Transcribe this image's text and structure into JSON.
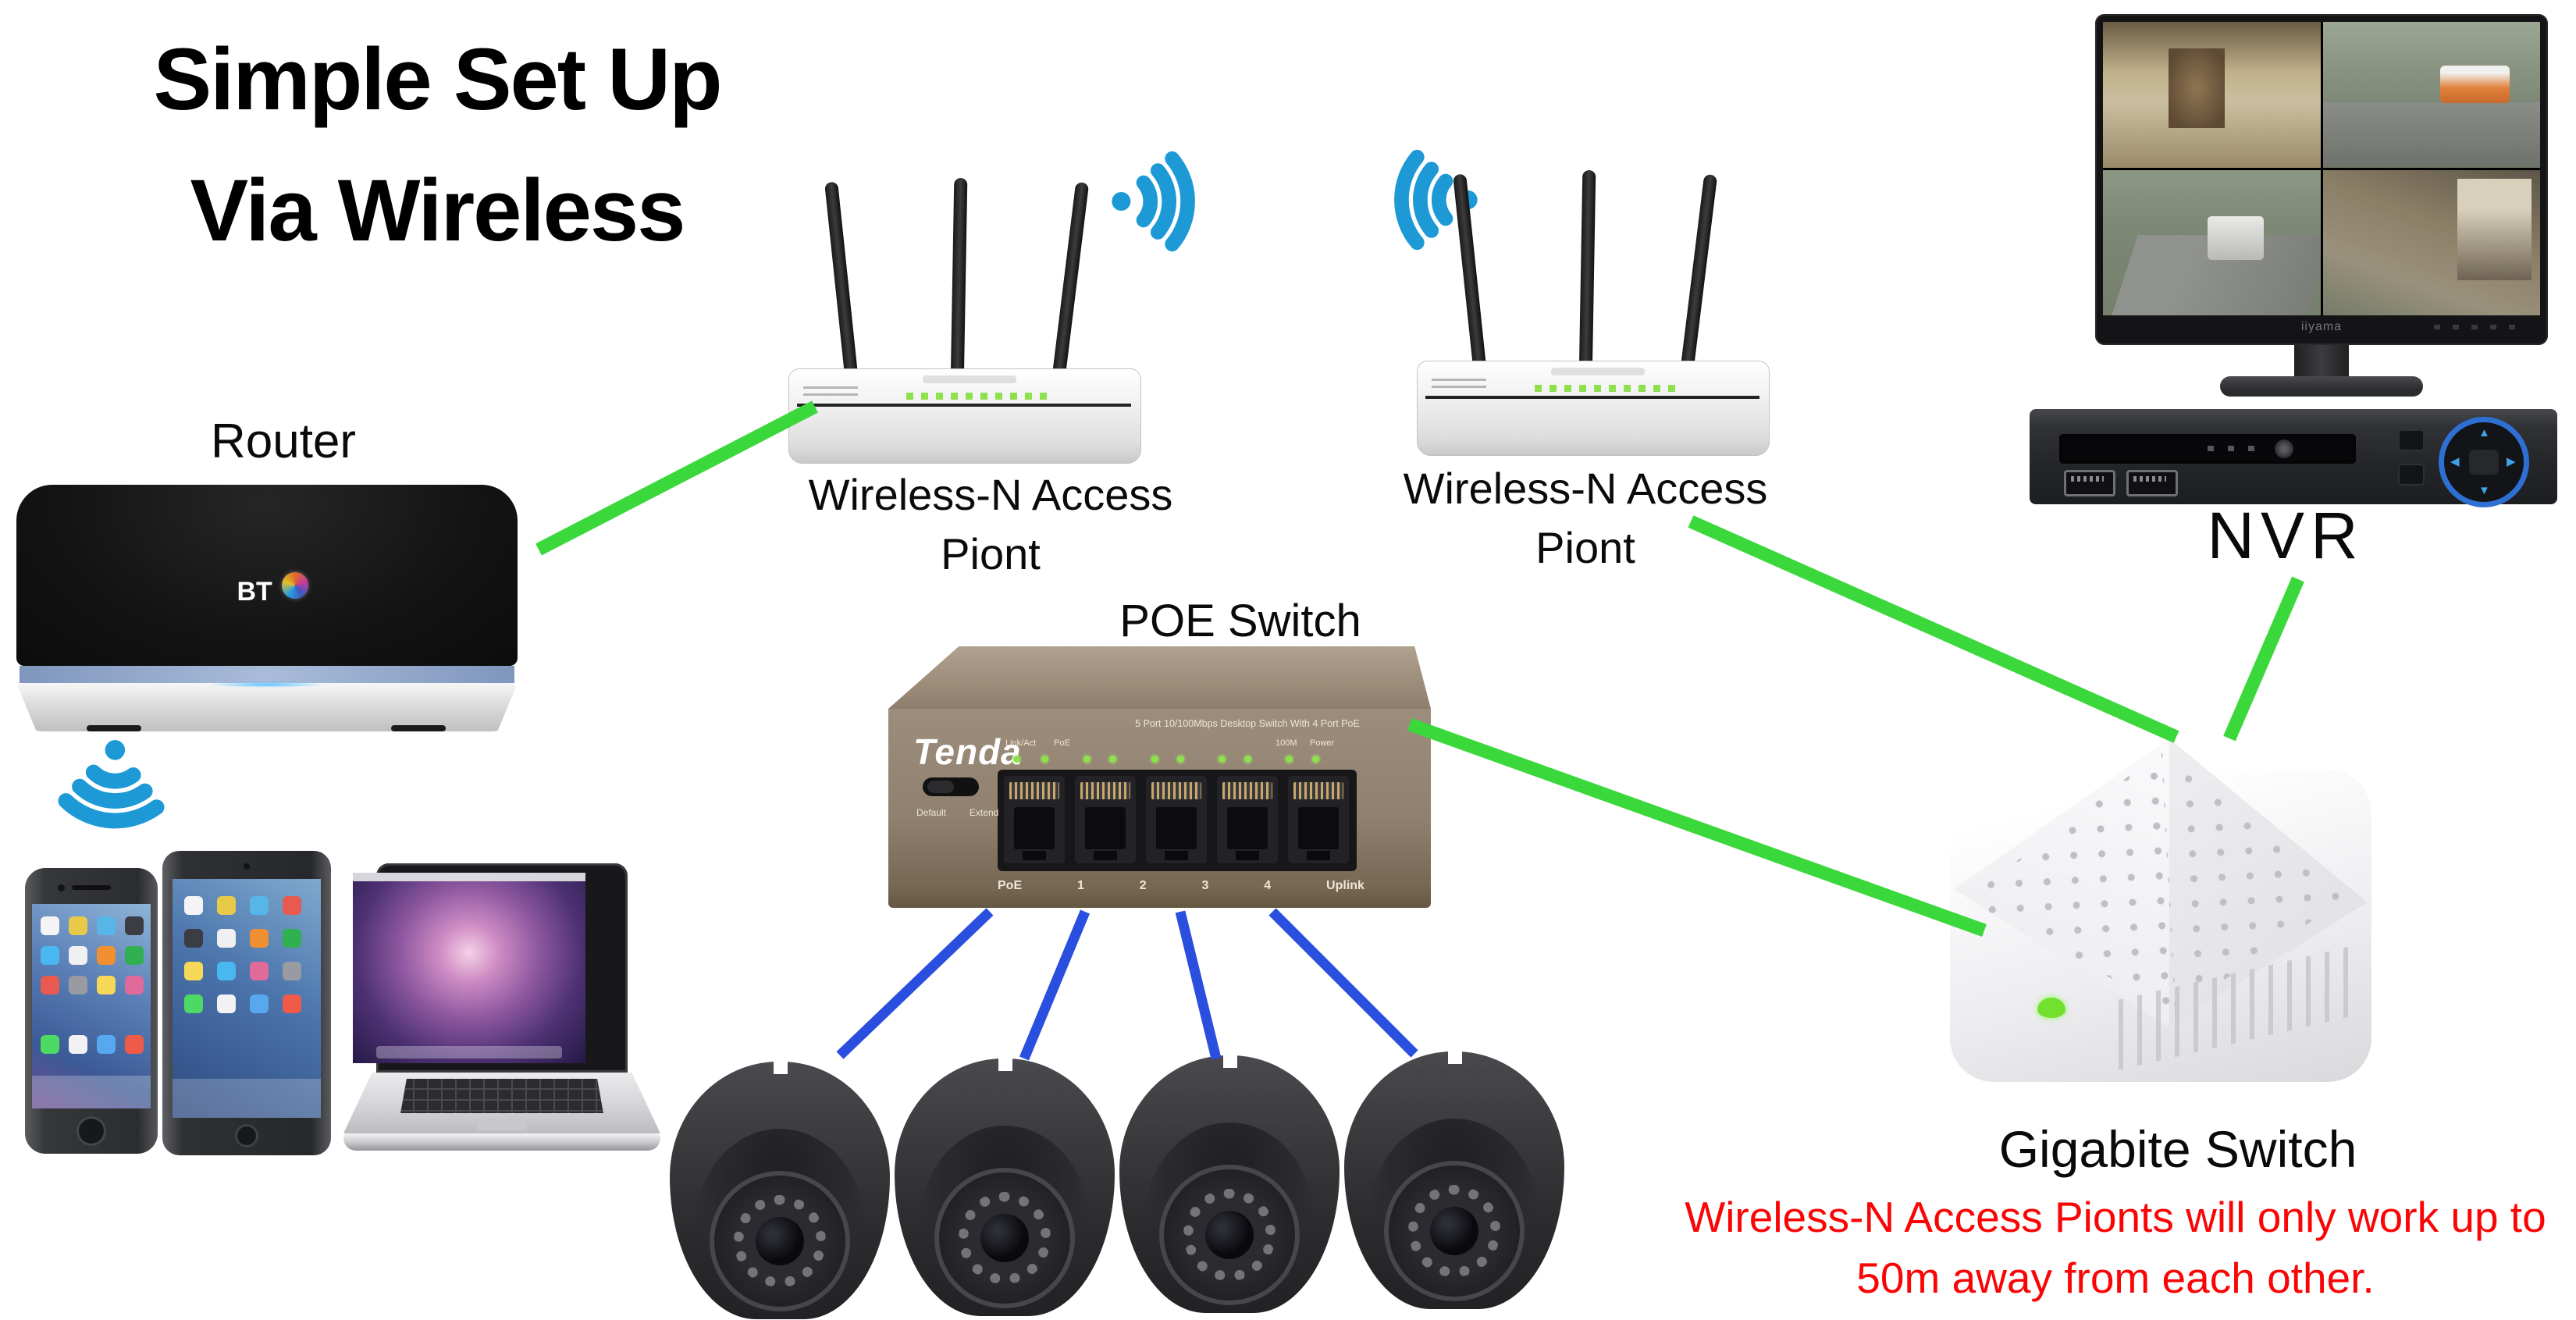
{
  "title": {
    "line1": "Simple Set Up",
    "line2": "Via Wireless"
  },
  "nodes": {
    "router_label": "Router",
    "ap1": {
      "label_line1": "Wireless-N Access",
      "label_line2": "Piont"
    },
    "ap2": {
      "label_line1": "Wireless-N Access",
      "label_line2": "Piont"
    },
    "poe_label": "POE Switch",
    "nvr_label": "NVR",
    "gigabit_label": "Gigabite Switch"
  },
  "warning": {
    "line1": "Wireless-N Access Pionts will only work up to",
    "line2": "50m away from each other."
  },
  "router": {
    "brand": "BT"
  },
  "poe_switch": {
    "brand": "Tenda",
    "model_text": "5 Port 10/100Mbps Desktop Switch With 4 Port PoE",
    "led_label_left_1": "Link/Act",
    "led_label_left_2": "PoE",
    "led_label_right_1": "100M",
    "led_label_right_2": "Power",
    "port_labels": [
      "PoE",
      "1",
      "2",
      "3",
      "4",
      "Uplink"
    ],
    "default_label": "Default",
    "extend_label": "Extend"
  },
  "monitor": {
    "brand": "iiyama"
  },
  "colors": {
    "green_line": "#3bd83b",
    "blue_line": "#2a4fdf",
    "wifi_blue": "#1d9ad6",
    "warning_red": "#f90505",
    "led_green": "#8ee04c"
  }
}
